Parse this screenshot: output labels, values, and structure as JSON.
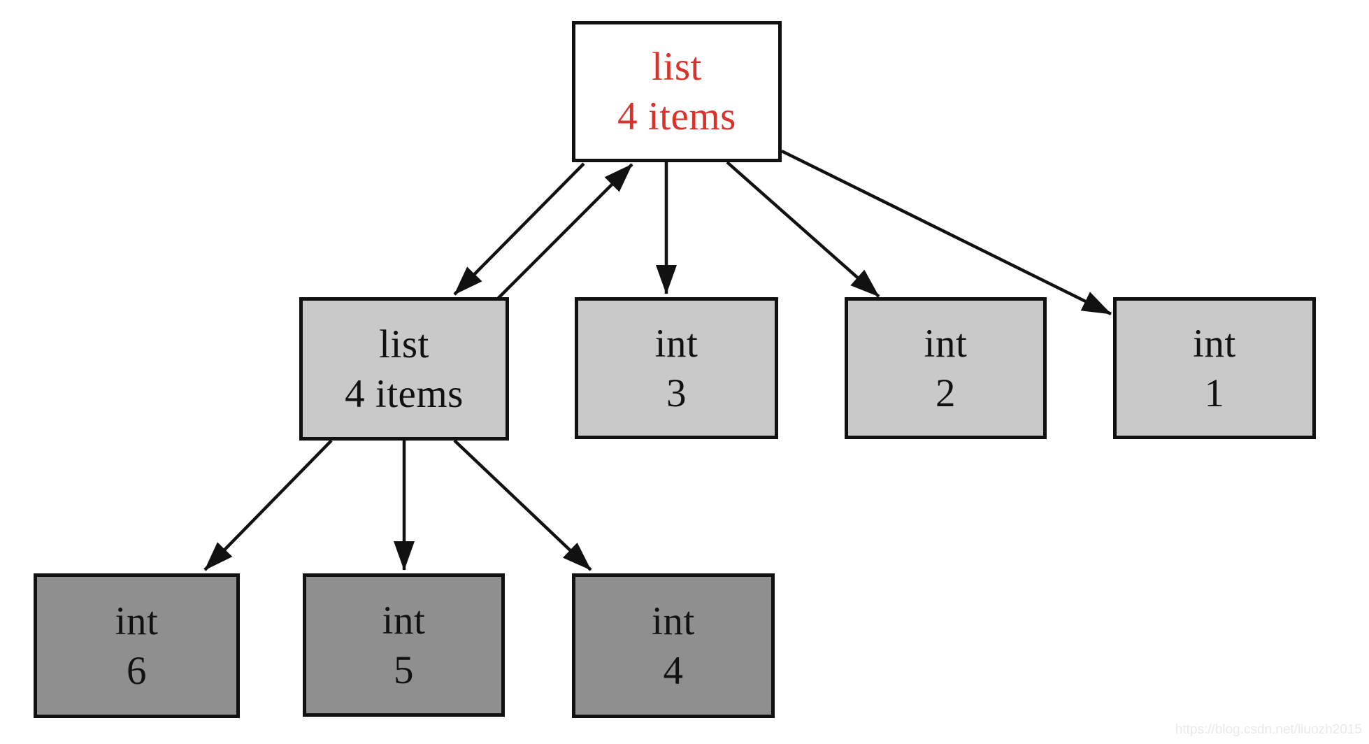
{
  "diagram": {
    "kind": "object-reference-graph",
    "colors": {
      "root_fill": "#ffffff",
      "root_text": "#d8322b",
      "level2_fill": "#c9c9c9",
      "level3_fill": "#8f8f8f",
      "node_text": "#111111",
      "border": "#111111",
      "edge": "#111111"
    },
    "nodes": [
      {
        "id": "root-list",
        "type": "list",
        "value": "4 items"
      },
      {
        "id": "child-list",
        "type": "list",
        "value": "4 items"
      },
      {
        "id": "int-3",
        "type": "int",
        "value": "3"
      },
      {
        "id": "int-2",
        "type": "int",
        "value": "2"
      },
      {
        "id": "int-1",
        "type": "int",
        "value": "1"
      },
      {
        "id": "int-6",
        "type": "int",
        "value": "6"
      },
      {
        "id": "int-5",
        "type": "int",
        "value": "5"
      },
      {
        "id": "int-4",
        "type": "int",
        "value": "4"
      }
    ],
    "edges": [
      {
        "from": "root-list",
        "to": "child-list"
      },
      {
        "from": "child-list",
        "to": "root-list"
      },
      {
        "from": "root-list",
        "to": "int-3"
      },
      {
        "from": "root-list",
        "to": "int-2"
      },
      {
        "from": "root-list",
        "to": "int-1"
      },
      {
        "from": "child-list",
        "to": "int-6"
      },
      {
        "from": "child-list",
        "to": "int-5"
      },
      {
        "from": "child-list",
        "to": "int-4"
      }
    ]
  },
  "watermark": {
    "text": "https://blog.csdn.net/lluozh2015"
  }
}
